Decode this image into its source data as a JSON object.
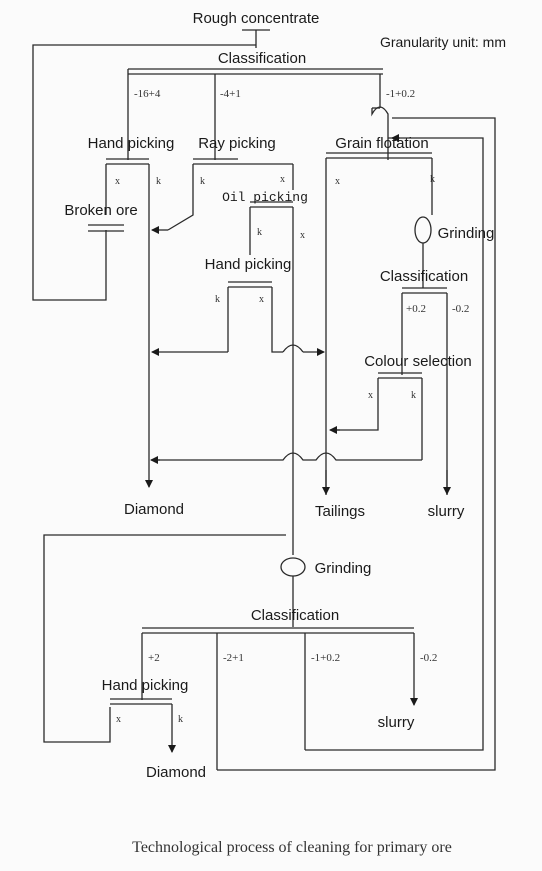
{
  "unit_note": "Granularity unit: mm",
  "caption": "Technological process of cleaning for primary ore",
  "stage1": {
    "input": "Rough concentrate",
    "classification": "Classification",
    "fractions": [
      "-16+4",
      "-4+1",
      "-1+0.2"
    ],
    "hand_picking": "Hand picking",
    "ray_picking": "Ray picking",
    "grain_flotation": "Grain flotation",
    "broken_ore": "Broken ore",
    "oil_picking": "Oil picking",
    "hand_picking_2": "Hand picking",
    "grinding": "Grinding",
    "classification_2": "Classification",
    "fine_fractions": [
      "+0.2",
      "-0.2"
    ],
    "colour_selection": "Colour selection",
    "x": "x",
    "k": "k"
  },
  "outputs": {
    "diamond": "Diamond",
    "tailings": "Tailings",
    "slurry": "slurry"
  },
  "stage2": {
    "grinding": "Grinding",
    "classification": "Classification",
    "fractions": [
      "+2",
      "-2+1",
      "-1+0.2",
      "-0.2"
    ],
    "hand_picking": "Hand picking",
    "x": "x",
    "k": "k",
    "diamond": "Diamond",
    "slurry": "slurry"
  }
}
